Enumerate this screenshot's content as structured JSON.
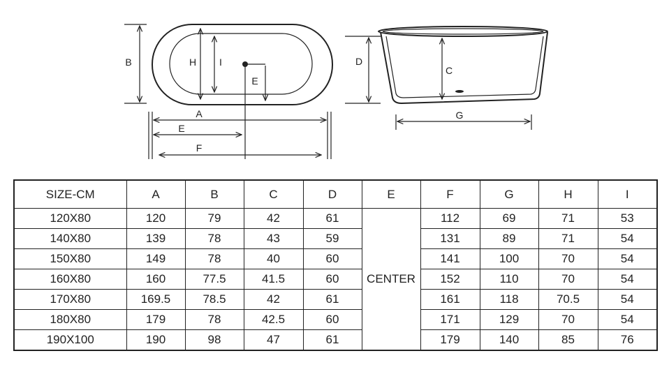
{
  "diagram": {
    "top_view_labels": {
      "B": "B",
      "H": "H",
      "I": "I",
      "E_drain": "E",
      "A": "A",
      "E": "E",
      "F": "F"
    },
    "side_view_labels": {
      "D": "D",
      "C": "C",
      "G": "G"
    }
  },
  "table": {
    "headers": [
      "SIZE-CM",
      "A",
      "B",
      "C",
      "D",
      "E",
      "F",
      "G",
      "H",
      "I"
    ],
    "e_value": "CENTER",
    "rows": [
      [
        "120X80",
        "120",
        "79",
        "42",
        "61",
        "112",
        "69",
        "71",
        "53"
      ],
      [
        "140X80",
        "139",
        "78",
        "43",
        "59",
        "131",
        "89",
        "71",
        "54"
      ],
      [
        "150X80",
        "149",
        "78",
        "40",
        "60",
        "141",
        "100",
        "70",
        "54"
      ],
      [
        "160X80",
        "160",
        "77.5",
        "41.5",
        "60",
        "152",
        "110",
        "70",
        "54"
      ],
      [
        "170X80",
        "169.5",
        "78.5",
        "42",
        "61",
        "161",
        "118",
        "70.5",
        "54"
      ],
      [
        "180X80",
        "179",
        "78",
        "42.5",
        "60",
        "171",
        "129",
        "70",
        "54"
      ],
      [
        "190X100",
        "190",
        "98",
        "47",
        "61",
        "179",
        "140",
        "85",
        "76"
      ]
    ]
  }
}
